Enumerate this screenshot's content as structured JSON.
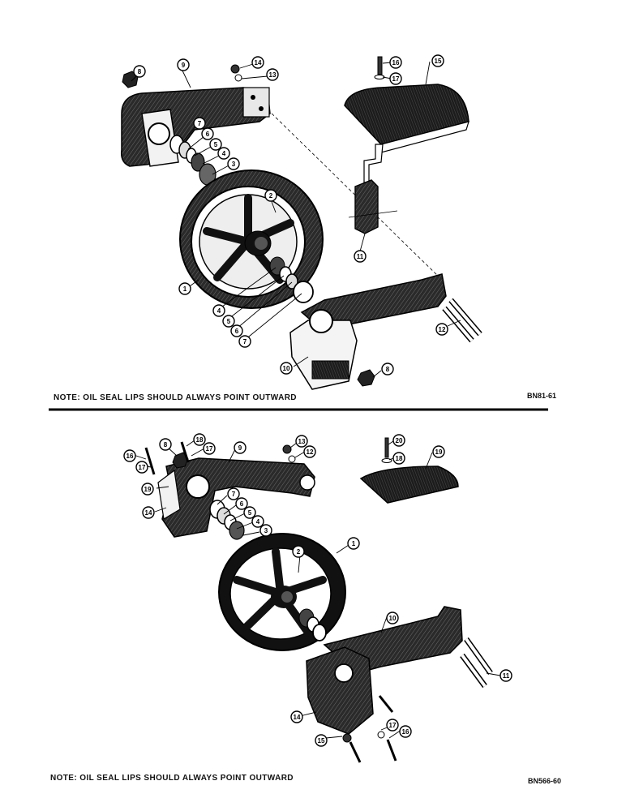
{
  "figures": [
    {
      "note": "NOTE: OIL SEAL LIPS SHOULD ALWAYS POINT OUTWARD",
      "code": "BN81-61",
      "callouts": [
        "8",
        "9",
        "14",
        "13",
        "16",
        "17",
        "15",
        "7",
        "6",
        "5",
        "4",
        "3",
        "2",
        "11",
        "1",
        "4",
        "5",
        "6",
        "7",
        "12",
        "10",
        "8"
      ]
    },
    {
      "note": "NOTE: OIL SEAL LIPS SHOULD ALWAYS POINT OUTWARD",
      "code": "BN566-60",
      "callouts": [
        "16",
        "17",
        "8",
        "18",
        "17",
        "9",
        "13",
        "12",
        "19",
        "20",
        "18",
        "19",
        "14",
        "7",
        "6",
        "5",
        "4",
        "3",
        "2",
        "1",
        "10",
        "11",
        "14",
        "17",
        "16",
        "15"
      ]
    }
  ],
  "colors": {
    "ink": "#111111",
    "paper": "#ffffff"
  }
}
